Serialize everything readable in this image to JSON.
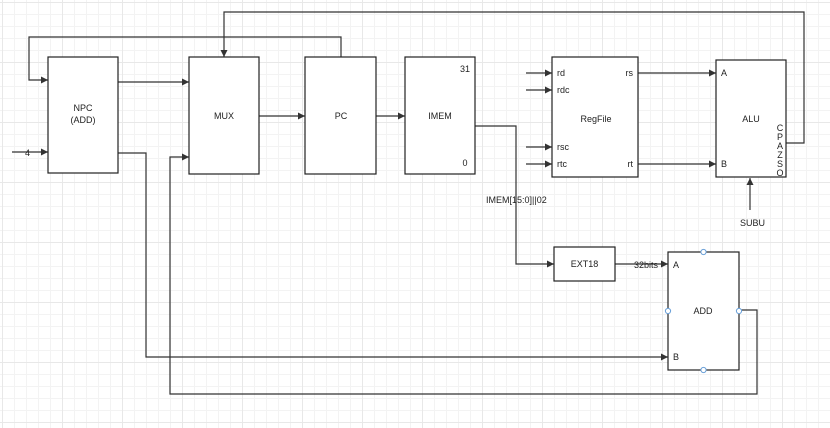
{
  "blocks": {
    "npc": {
      "line1": "NPC",
      "line2": "(ADD)"
    },
    "mux": {
      "label": "MUX"
    },
    "pc": {
      "label": "PC"
    },
    "imem": {
      "label": "IMEM",
      "top": "31",
      "bottom": "0"
    },
    "regfile": {
      "label": "RegFile",
      "rd": "rd",
      "rdc": "rdc",
      "rsc": "rsc",
      "rtc": "rtc",
      "rs": "rs",
      "rt": "rt"
    },
    "alu": {
      "label": "ALU",
      "a": "A",
      "b": "B",
      "flags": [
        "C",
        "P",
        "A",
        "Z",
        "S",
        "O"
      ]
    },
    "ext18": {
      "label": "EXT18"
    },
    "add": {
      "label": "ADD",
      "a": "A",
      "b": "B"
    }
  },
  "signals": {
    "four": "4",
    "imem_field": "IMEM[15:0]||02",
    "bits32": "32bits",
    "subu": "SUBU"
  },
  "colors": {
    "wire": "#333333",
    "handle": "#6aa0d8"
  }
}
